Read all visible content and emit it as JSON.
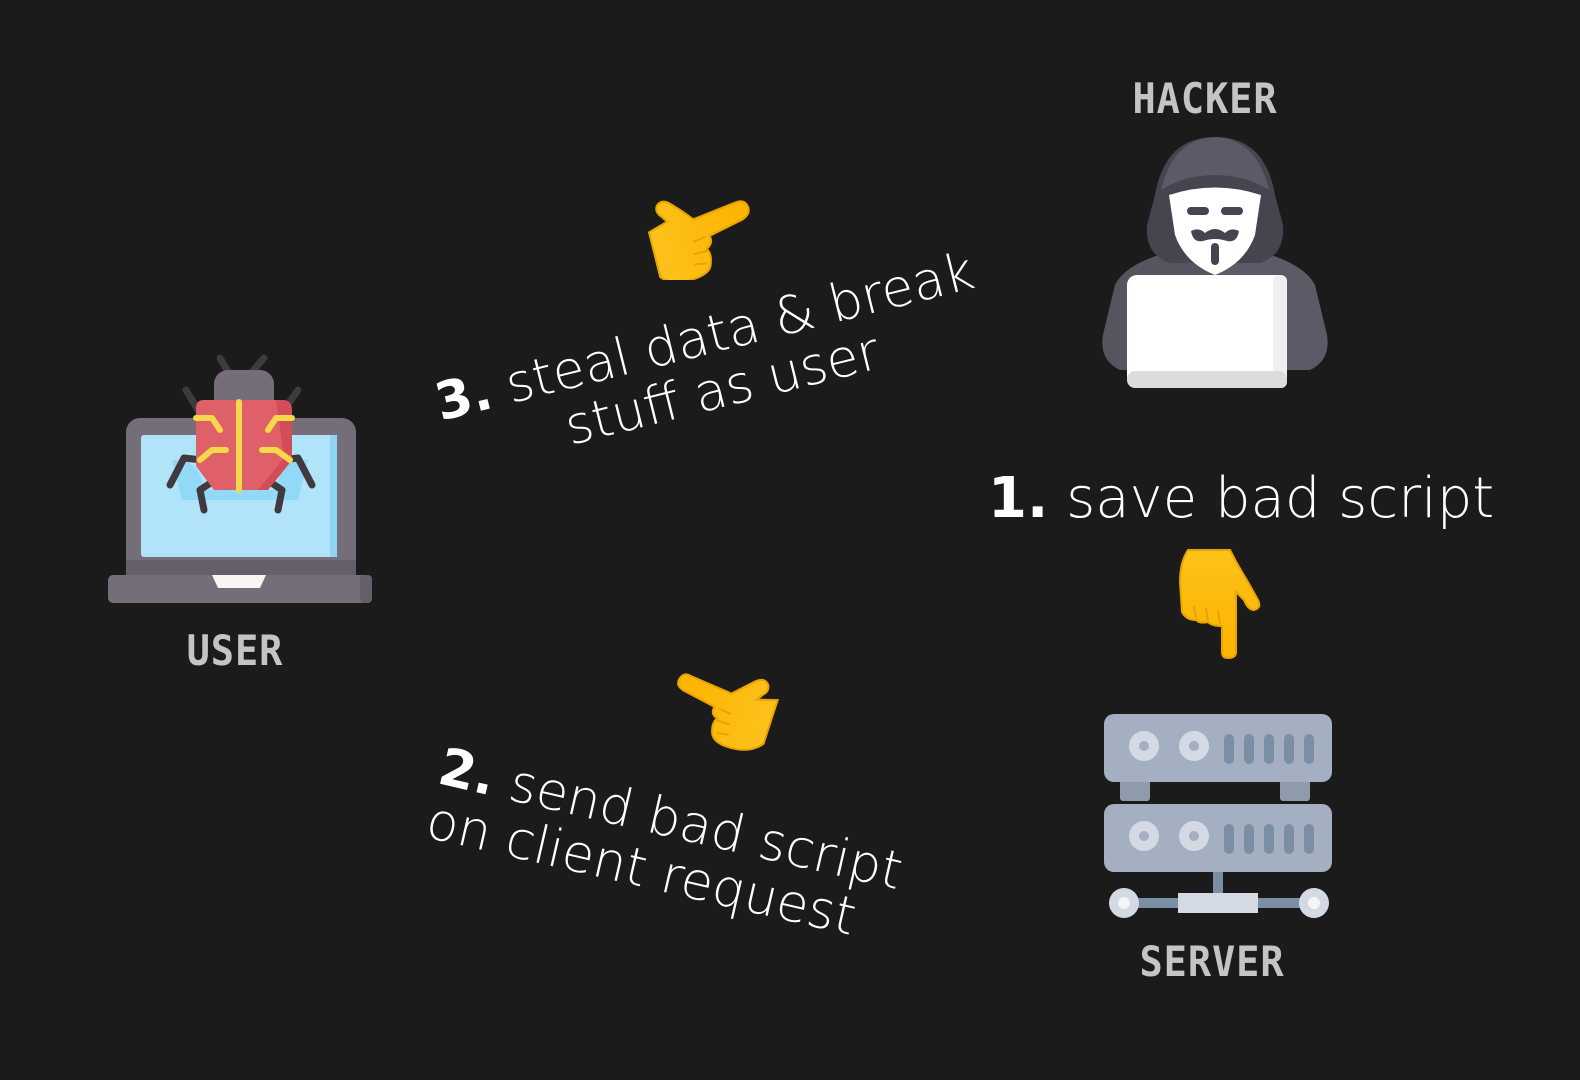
{
  "nodes": {
    "hacker": {
      "label": "HACKER",
      "icon": "hooded-hacker-laptop-icon"
    },
    "user": {
      "label": "USER",
      "icon": "laptop-bug-icon"
    },
    "server": {
      "label": "SERVER",
      "icon": "server-rack-icon"
    }
  },
  "steps": [
    {
      "num": "1.",
      "lines": [
        "save bad script"
      ],
      "pointer": "pointing-down-hand-icon"
    },
    {
      "num": "2.",
      "lines": [
        "send bad script",
        "on client request"
      ],
      "pointer": "pointing-left-hand-icon"
    },
    {
      "num": "3.",
      "lines": [
        "steal data & break",
        "stuff as user"
      ],
      "pointer": "pointing-right-hand-icon"
    }
  ],
  "colors": {
    "background": "#1b1b1b",
    "label": "#c4c4c4",
    "text": "#ffffff",
    "hand": "#fcc21b",
    "hand_shade": "#e8a400",
    "bug_red": "#e0606a",
    "bug_yellow": "#f5d94a",
    "screen_blue": "#b1e4f9",
    "laptop_gray": "#756e78",
    "server_gray": "#a4afc1",
    "server_slot": "#7a8ea4",
    "hood": "#55545f"
  }
}
